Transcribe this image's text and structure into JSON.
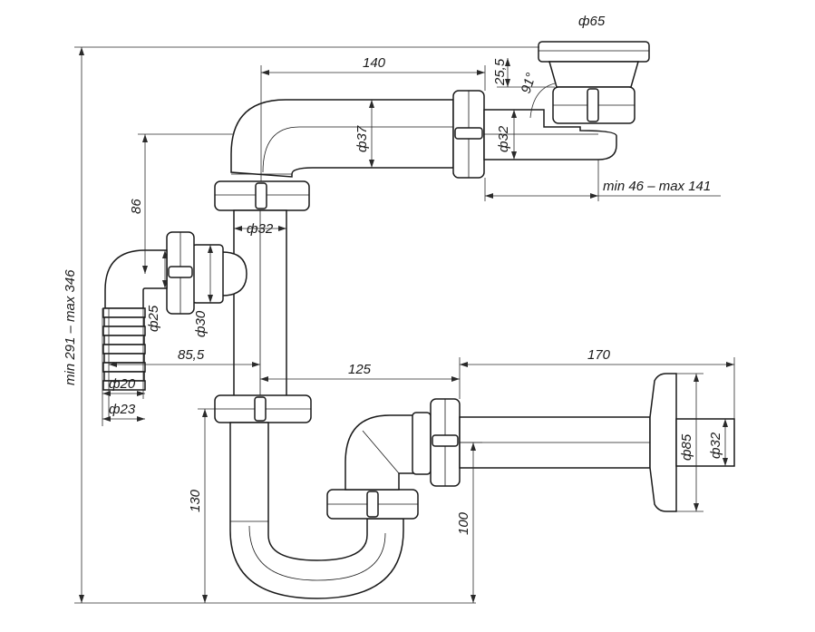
{
  "dimensions": {
    "outlet_diameter": "ф65",
    "height_overall": "min 291 – max 346",
    "upper_pipe_length": "140",
    "outlet_height": "25,5",
    "angle": "91°",
    "upper_pipe_diameter": "ф37",
    "branch_diameter": "ф32",
    "outlet_reach": "min 46 – max 141",
    "side_height": "86",
    "vertical_pipe_diameter": "ф32",
    "side_inlet_outer_diameter": "ф30",
    "side_inlet_inner_diameter": "ф25",
    "side_inlet_distance": "85,5",
    "hose_inner_diameter": "ф20",
    "hose_outer_diameter": "ф23",
    "trap_offset": "125",
    "outlet_pipe_length": "170",
    "wall_flange_diameter": "ф85",
    "outlet_pipe_diameter": "ф32",
    "trap_height": "130",
    "outlet_height_from_base": "100"
  }
}
